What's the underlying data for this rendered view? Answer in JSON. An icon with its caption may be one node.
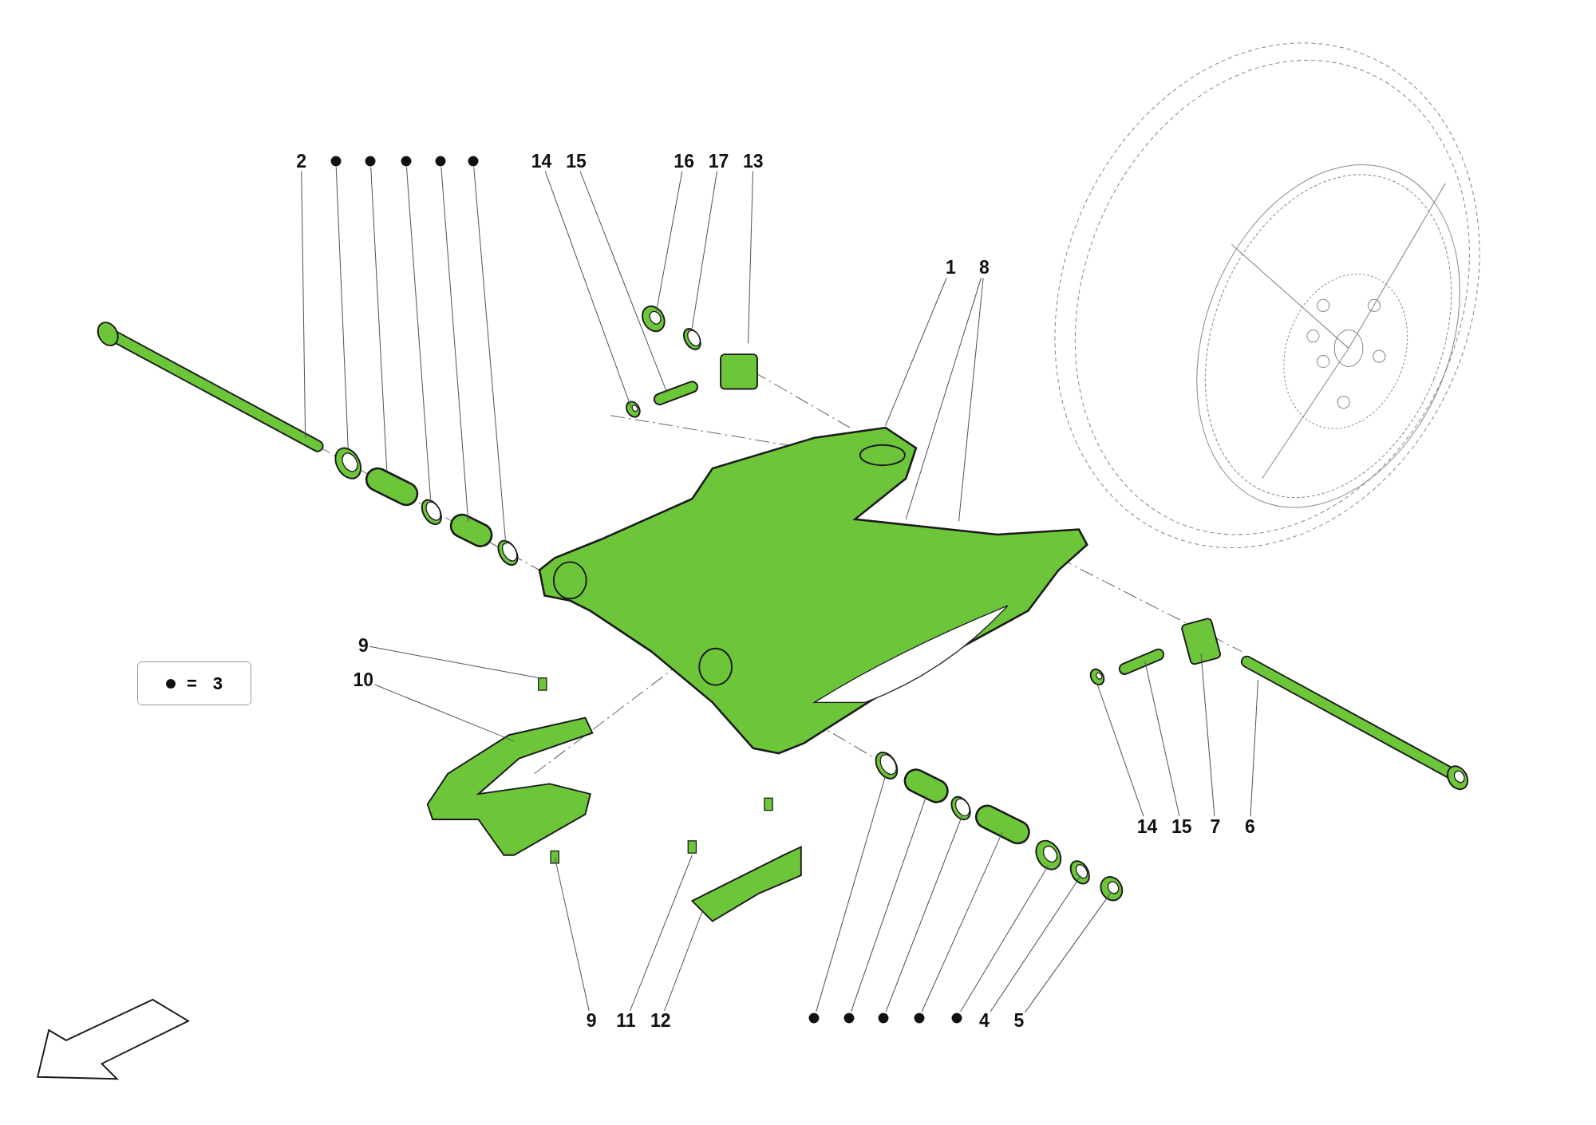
{
  "diagram": {
    "nodes": [
      {
        "text": [
          "2"
        ]
      },
      {
        "text": [],
        "shape": "circle"
      },
      {
        "text": [],
        "shape": "circle"
      },
      {
        "text": [],
        "shape": "circle"
      },
      {
        "text": [],
        "shape": "circle"
      },
      {
        "text": [],
        "shape": "circle"
      },
      {
        "text": [
          "14"
        ]
      },
      {
        "text": [
          "15"
        ]
      },
      {
        "text": [
          "16"
        ]
      },
      {
        "text": [
          "17"
        ]
      },
      {
        "text": [
          "13"
        ]
      },
      {
        "text": [
          "1"
        ]
      },
      {
        "text": [
          "8"
        ]
      },
      {
        "text": [
          "9"
        ]
      },
      {
        "text": [
          "10"
        ]
      },
      {
        "text": [
          "14"
        ]
      },
      {
        "text": [
          "15"
        ]
      },
      {
        "text": [
          "7"
        ]
      },
      {
        "text": [
          "6"
        ]
      },
      {
        "text": [
          "9"
        ]
      },
      {
        "text": [
          "11"
        ]
      },
      {
        "text": [
          "12"
        ]
      },
      {
        "text": [],
        "shape": "circle"
      },
      {
        "text": [],
        "shape": "circle"
      },
      {
        "text": [],
        "shape": "circle"
      },
      {
        "text": [],
        "shape": "circle"
      },
      {
        "text": [],
        "shape": "circle"
      },
      {
        "text": [
          "4"
        ]
      },
      {
        "text": [
          "5"
        ]
      }
    ],
    "edges": [
      {
        "from": 0,
        "to": null,
        "arrow": "none"
      },
      {
        "from": 1,
        "to": null,
        "arrow": "none"
      },
      {
        "from": 2,
        "to": null,
        "arrow": "none"
      },
      {
        "from": 3,
        "to": null,
        "arrow": "none"
      },
      {
        "from": 4,
        "to": null,
        "arrow": "none"
      },
      {
        "from": 5,
        "to": null,
        "arrow": "none"
      },
      {
        "from": 6,
        "to": null,
        "arrow": "none"
      },
      {
        "from": 7,
        "to": null,
        "arrow": "none"
      },
      {
        "from": 8,
        "to": null,
        "arrow": "none"
      },
      {
        "from": 9,
        "to": null,
        "arrow": "none"
      },
      {
        "from": 10,
        "to": null,
        "arrow": "none"
      },
      {
        "from": 11,
        "to": null,
        "arrow": "none"
      },
      {
        "from": 12,
        "to": null,
        "arrow": "none"
      },
      {
        "from": 12,
        "to": null,
        "arrow": "none"
      },
      {
        "from": 13,
        "to": null,
        "arrow": "none"
      },
      {
        "from": 14,
        "to": null,
        "arrow": "none"
      },
      {
        "from": 15,
        "to": null,
        "arrow": "none"
      },
      {
        "from": 16,
        "to": null,
        "arrow": "none"
      },
      {
        "from": 17,
        "to": null,
        "arrow": "none"
      },
      {
        "from": 18,
        "to": null,
        "arrow": "none"
      },
      {
        "from": 19,
        "to": null,
        "arrow": "none"
      },
      {
        "from": 20,
        "to": null,
        "arrow": "none"
      },
      {
        "from": 21,
        "to": null,
        "arrow": "none"
      },
      {
        "from": 22,
        "to": null,
        "arrow": "none"
      },
      {
        "from": 23,
        "to": null,
        "arrow": "none"
      },
      {
        "from": 24,
        "to": null,
        "arrow": "none"
      },
      {
        "from": 25,
        "to": null,
        "arrow": "none"
      },
      {
        "from": 26,
        "to": null,
        "arrow": "none"
      },
      {
        "from": 27,
        "to": null,
        "arrow": "none"
      },
      {
        "from": 28,
        "to": null,
        "arrow": "none"
      }
    ],
    "legend": [
      {
        "text": "= 3"
      }
    ]
  }
}
